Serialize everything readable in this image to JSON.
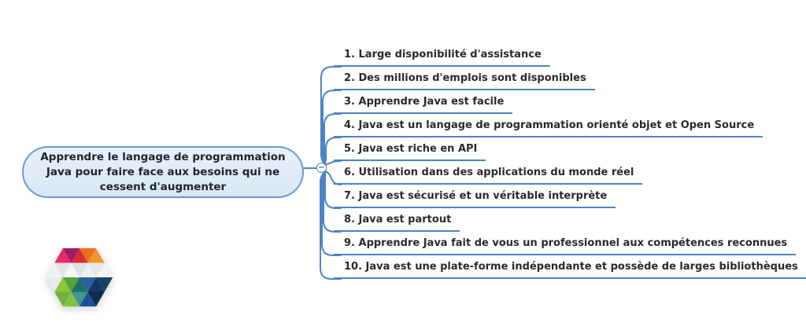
{
  "central_node": {
    "text": "Apprendre le langage de programmation Java pour faire face aux besoins qui ne cessent d'augmenter"
  },
  "toggle": {
    "symbol": "−"
  },
  "branches": [
    "1. Large disponibilité d'assistance",
    "2. Des millions d'emplois sont disponibles",
    "3. Apprendre Java est facile",
    "4. Java est un langage de programmation orienté objet et Open Source",
    "5. Java est riche en API",
    "6. Utilisation dans des applications du monde réel",
    "7. Java est sécurisé et un véritable interprète",
    "8. Java est partout",
    "9. Apprendre Java fait de vous un professionnel aux compétences reconnues",
    "10. Java est une plate-forme indépendante et possède de larges bibliothèques"
  ],
  "colors": {
    "edge": "#4c84c4",
    "node_fill": "#dce9f7",
    "node_border": "#6c9ad0",
    "node_text": "#20242e",
    "branch_text": "#2a2a2a"
  },
  "logo": {
    "name": "hexagon-triangle-mosaic-logo",
    "colors": [
      "#e72a64",
      "#9e1a68",
      "#d62b3a",
      "#e96f1e",
      "#f2952f",
      "#f0f1f2",
      "#e2e5e7",
      "#f7f7f8",
      "#dfe2e5",
      "#eef0f1",
      "#e5e8ea",
      "#f2f3f4",
      "#e9ebed",
      "#8dc63f",
      "#56a23a",
      "#1b7264",
      "#2e5fa3",
      "#143765",
      "#1b4068",
      "#6fb33c",
      "#84c341",
      "#3f9793",
      "#1d4f97",
      "#112b50"
    ]
  }
}
